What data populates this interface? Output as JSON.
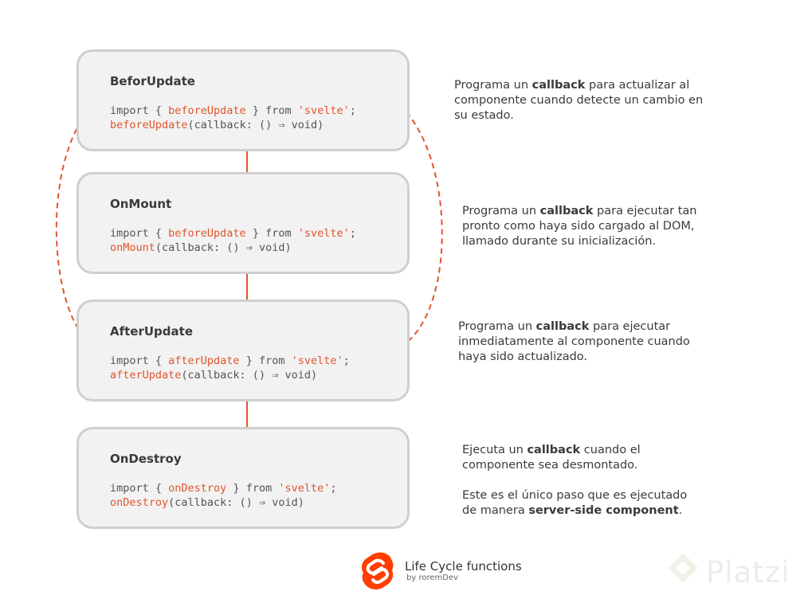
{
  "stages": [
    {
      "title": "BeforUpdate",
      "code_line1": {
        "p1": "import { ",
        "hl": "beforeUpdate",
        "p2": " } from ",
        "str": "'svelte'",
        "p3": ";"
      },
      "code_line2": {
        "fn": "beforeUpdate",
        "rest": "(callback: () ⇒ void)"
      },
      "description": {
        "before": "Programa un ",
        "bold": "callback",
        "after": " para actualizar al componente cuando detecte un cambio en su estado."
      }
    },
    {
      "title": "OnMount",
      "code_line1": {
        "p1": "import { ",
        "hl": "beforeUpdate",
        "p2": " } from ",
        "str": "'svelte'",
        "p3": ";"
      },
      "code_line2": {
        "fn": "onMount",
        "rest": "(callback: () ⇒ void)"
      },
      "description": {
        "before": "Programa un ",
        "bold": "callback",
        "after": " para ejecutar tan pronto como haya sido cargado al DOM, llamado durante su inicialización."
      }
    },
    {
      "title": "AfterUpdate",
      "code_line1": {
        "p1": "import { ",
        "hl": "afterUpdate",
        "p2": " } from ",
        "str": "'svelte'",
        "p3": ";"
      },
      "code_line2": {
        "fn": "afterUpdate",
        "rest": "(callback: () ⇒ void)"
      },
      "description": {
        "before": "Programa un ",
        "bold": "callback",
        "after": " para ejecutar inmediatamente al componente cuando haya sido actualizado."
      }
    },
    {
      "title": "OnDestroy",
      "code_line1": {
        "p1": "import { ",
        "hl": "onDestroy",
        "p2": " } from ",
        "str": "'svelte'",
        "p3": ";"
      },
      "code_line2": {
        "fn": "onDestroy",
        "rest": "(callback: () ⇒ void)"
      },
      "description": {
        "before": "Ejecuta un ",
        "bold": "callback",
        "after": " cuando el componente sea desmontado.",
        "p2_before": "Este es el único paso que es ejecutado de manera ",
        "p2_bold": "server-side component",
        "p2_after": "."
      }
    }
  ],
  "footer": {
    "title": "Life Cycle functions",
    "subtitle": "by roremDev",
    "brand": "Platzi"
  },
  "colors": {
    "accent": "#e0552d",
    "box_border": "#cfcfcf",
    "box_fill": "#f2f2f2",
    "svelte_logo": "#ff3e00"
  }
}
